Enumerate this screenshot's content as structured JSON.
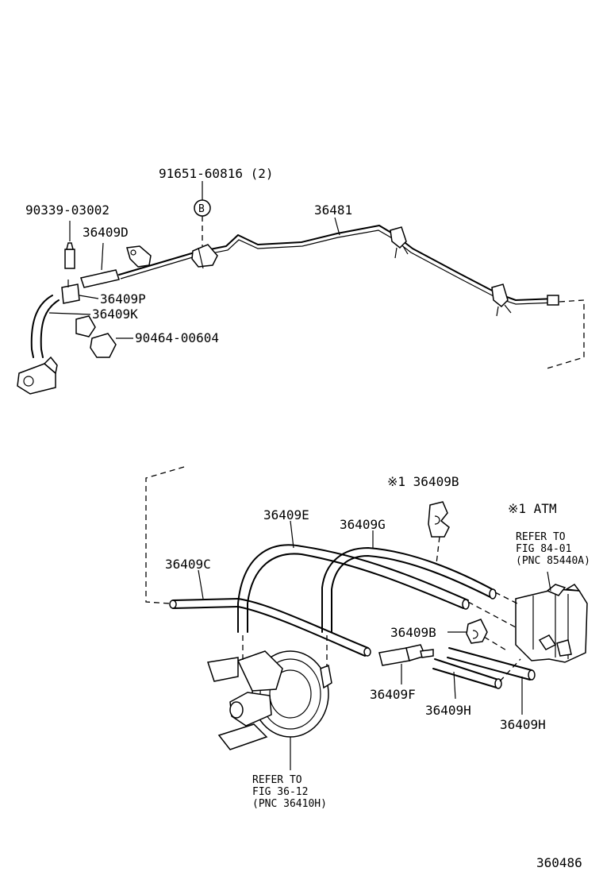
{
  "labels": {
    "p91651": "91651-60816 (2)",
    "circle_b": "B",
    "p90339": "90339-03002",
    "p36409d": "36409D",
    "p36481": "36481",
    "p36409p": "36409P",
    "p36409k": "36409K",
    "p90464": "90464-00604",
    "p36409b_top": "※1 36409B",
    "atm_note": "※1 ATM",
    "refer1_line1": "REFER TO",
    "refer1_line2": "FIG 84-01",
    "refer1_line3": "(PNC 85440A)",
    "p36409e": "36409E",
    "p36409g": "36409G",
    "p36409c": "36409C",
    "p36409b_mid": "36409B",
    "p36409f": "36409F",
    "p36409h_a": "36409H",
    "p36409h_b": "36409H",
    "refer2_line1": "REFER TO",
    "refer2_line2": "FIG 36-12",
    "refer2_line3": "(PNC 36410H)",
    "figure_number": "360486"
  }
}
